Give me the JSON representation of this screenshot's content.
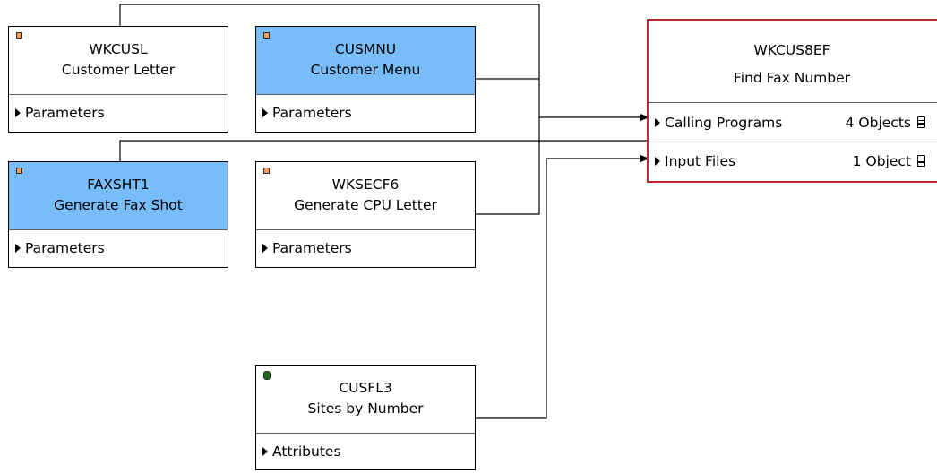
{
  "nodes": {
    "wkcusl": {
      "name": "WKCUSL",
      "description": "Customer Letter",
      "section": "Parameters",
      "kind": "program",
      "selected": false
    },
    "cusmnu": {
      "name": "CUSMNU",
      "description": "Customer Menu",
      "section": "Parameters",
      "kind": "program",
      "selected": true
    },
    "faxsht1": {
      "name": "FAXSHT1",
      "description": "Generate Fax Shot",
      "section": "Parameters",
      "kind": "program",
      "selected": true
    },
    "wksecf6": {
      "name": "WKSECF6",
      "description": "Generate CPU Letter",
      "section": "Parameters",
      "kind": "program",
      "selected": false
    },
    "cusfl3": {
      "name": "CUSFL3",
      "description": "Sites by Number",
      "section": "Attributes",
      "kind": "file",
      "selected": false
    },
    "wkcus8ef": {
      "name": "WKCUS8EF",
      "description": "Find Fax Number",
      "rows": [
        {
          "label": "Calling Programs",
          "count": "4 Objects"
        },
        {
          "label": "Input Files",
          "count": "1 Object"
        }
      ]
    }
  },
  "colors": {
    "selected_header": "#78bcf9",
    "program_marker": "#f39b57",
    "file_marker": "#1a6b20",
    "target_border": "#c0282d",
    "connector": "#000000"
  },
  "icons": {
    "program": "orange-square-icon",
    "file": "green-cylinder-icon",
    "expand": "caret-right-icon",
    "list": "list-icon"
  }
}
